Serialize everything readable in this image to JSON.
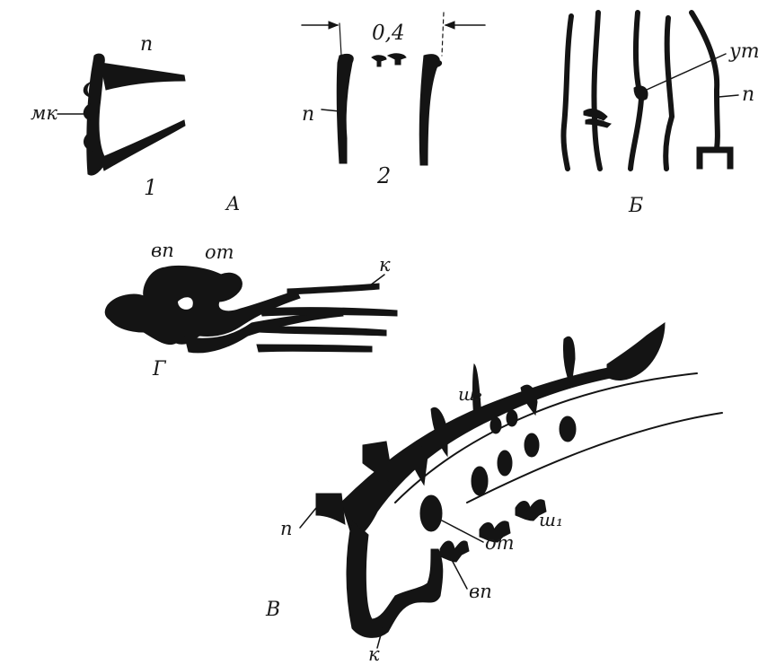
{
  "figure": {
    "panel_a": {
      "panel_label": "A",
      "sub1": {
        "number": "1",
        "label_p": "п",
        "label_mk": "мк"
      },
      "sub2": {
        "number": "2",
        "label_p": "п",
        "dimension": "0,4"
      }
    },
    "panel_b": {
      "panel_label": "Б",
      "label_ut": "ут",
      "label_p": "п"
    },
    "panel_g": {
      "panel_label": "Г",
      "label_vp": "вп",
      "label_ot": "от",
      "label_k": "к"
    },
    "panel_v": {
      "panel_label": "В",
      "label_sh2": "ш₂",
      "label_sh1": "ш₁",
      "label_p": "п",
      "label_ot": "от",
      "label_vp": "вп",
      "label_k": "к"
    }
  },
  "colors": {
    "ink": "#141414",
    "paper": "#ffffff"
  }
}
